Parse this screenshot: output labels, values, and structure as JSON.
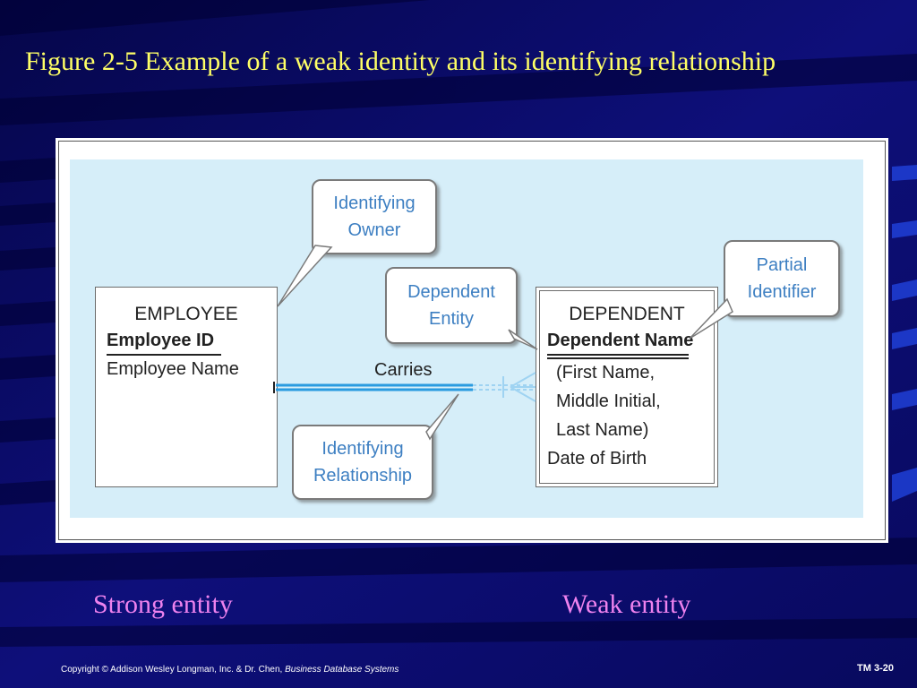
{
  "slide": {
    "title": "Figure 2-5 Example of a weak identity and its identifying relationship",
    "caption_left": "Strong entity",
    "caption_right": "Weak entity",
    "copyright_prefix": "Copyright ©  Addison Wesley Longman, Inc. & Dr. Chen, ",
    "copyright_book": "Business Database Systems",
    "slide_number": "TM 3-20"
  },
  "diagram": {
    "employee": {
      "name": "EMPLOYEE",
      "key_attribute": "Employee ID",
      "attribute": "Employee Name"
    },
    "dependent": {
      "name": "DEPENDENT",
      "partial_key": "Dependent Name",
      "composite_parts": [
        "(First Name,",
        "Middle Initial,",
        "Last Name)"
      ],
      "attribute": "Date of Birth"
    },
    "relationship_label": "Carries",
    "callouts": {
      "identifying_owner": [
        "Identifying",
        "Owner"
      ],
      "dependent_entity": [
        "Dependent",
        "Entity"
      ],
      "partial_identifier": [
        "Partial",
        "Identifier"
      ],
      "identifying_relationship": [
        "Identifying",
        "Relationship"
      ]
    }
  },
  "colors": {
    "background": "#0c0d6e",
    "title": "#ffff66",
    "caption": "#ee82ee",
    "callout_text": "#3d7fc2",
    "figure_panel": "#d6eef9",
    "relationship_line": "#2a9be0"
  }
}
